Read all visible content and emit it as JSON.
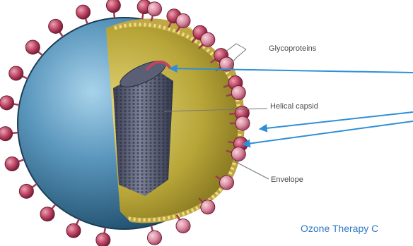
{
  "labels": {
    "glycoproteins": "Glycoproteins",
    "helical_capsid": "Helical capsid",
    "envelope": "Envelope"
  },
  "caption": "Ozone Therapy C",
  "colors": {
    "background": "#ffffff",
    "virion_outer": "#2f6d92",
    "virion_inner": "#c9b74a",
    "spike_head": "#c24a68",
    "capsid": "#4a4f63",
    "annotation_arrow": "#2f8fd6",
    "caption_text": "#2e78c7"
  }
}
